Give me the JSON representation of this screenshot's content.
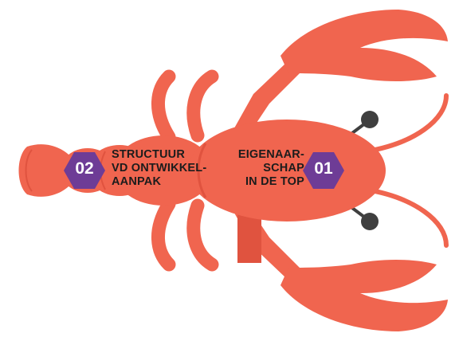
{
  "colors": {
    "body": "#F0654F",
    "body_dark": "#E0533F",
    "badge": "#6E3C96",
    "antenna_ball": "#3F3F3F",
    "text": "#1C1C1C"
  },
  "steps": [
    {
      "number": "02",
      "label": "STRUCTUUR\nVD ONTWIKKEL-\nAANPAK"
    },
    {
      "number": "01",
      "label": "EIGENAAR-\nSCHAP\nIN DE TOP"
    }
  ]
}
